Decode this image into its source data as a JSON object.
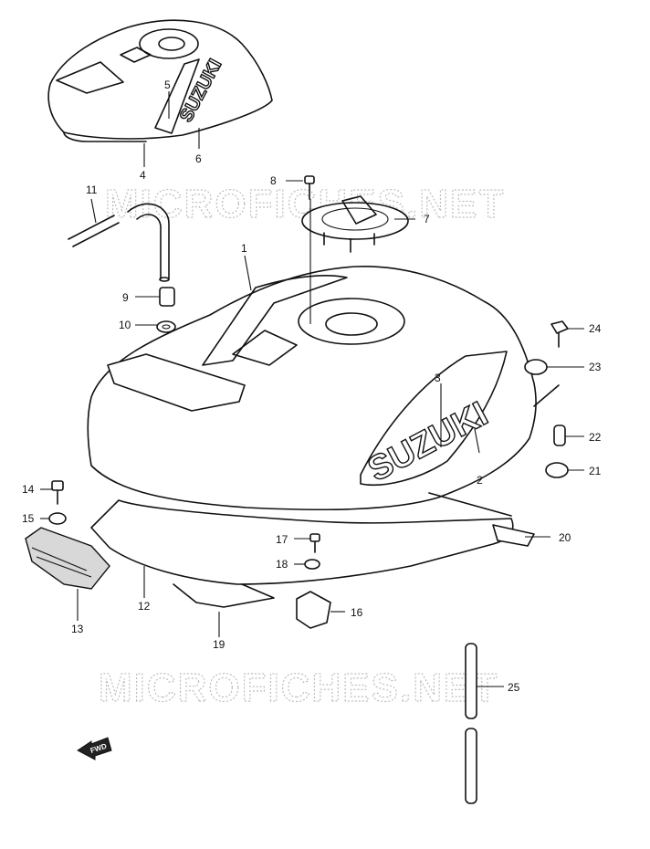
{
  "watermark": "MICROFICHES.NET",
  "brand": "SUZUKI",
  "direction_label": "FWD",
  "callouts": [
    "1",
    "2",
    "3",
    "4",
    "5",
    "6",
    "7",
    "8",
    "9",
    "10",
    "11",
    "12",
    "13",
    "14",
    "15",
    "16",
    "17",
    "18",
    "19",
    "20",
    "21",
    "22",
    "23",
    "24",
    "25"
  ]
}
